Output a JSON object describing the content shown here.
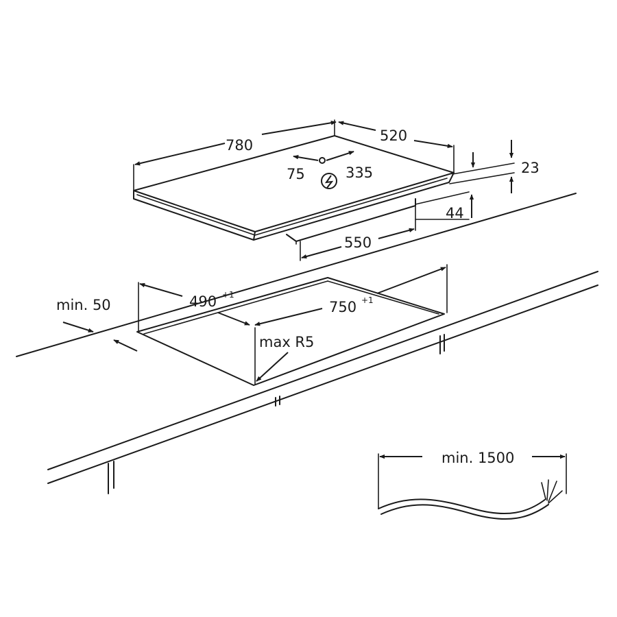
{
  "dimensions": {
    "hob_width": "780",
    "hob_depth": "520",
    "conn_left": "75",
    "conn_right": "335",
    "glass_thickness": "23",
    "body_height": "44",
    "body_width": "550",
    "cutout_depth": "490",
    "cutout_depth_tol": "+1",
    "cutout_width": "750",
    "cutout_width_tol": "+1",
    "min_front": "min. 50",
    "corner_radius": "max R5",
    "cable_length": "min. 1500"
  },
  "symbols": {
    "electric": "electric-hazard-icon"
  }
}
